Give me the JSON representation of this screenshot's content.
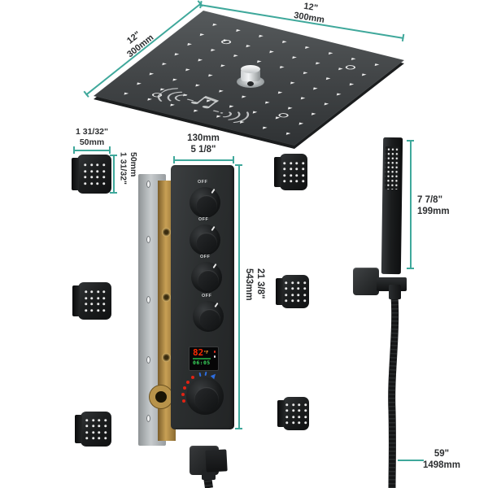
{
  "title": "Thermostatic shower system dimension diagram",
  "colors": {
    "dimension_line": "#3FA89B",
    "display_temp": "#FF2A00",
    "display_unit": "#FF9D2E",
    "display_time": "#3ADB5E",
    "hot_marker": "#E02314",
    "cold_marker": "#2E6EE0"
  },
  "shower_head": {
    "width_in": "12\"",
    "width_mm": "300mm",
    "depth_in": "12\"",
    "depth_mm": "300mm",
    "nozzle_rows": 8,
    "nozzle_cols": 8,
    "icons": [
      "speaker-waves-icon",
      "music-note-icon",
      "led-ring-lights"
    ]
  },
  "body_jets": {
    "count": 6,
    "width_in": "1 31/32\"",
    "width_mm": "50mm",
    "height_in": "1 31/32\"",
    "height_mm": "50mm"
  },
  "valve": {
    "width_mm": "130mm",
    "width_in": "5 1/8\"",
    "height_mm": "543mm",
    "height_in": "21 3/8\"",
    "knobs": [
      {
        "label": "OFF"
      },
      {
        "label": "OFF"
      },
      {
        "label": "OFF"
      },
      {
        "label": "OFF"
      }
    ],
    "display": {
      "temperature": "82",
      "unit": "°F",
      "time": "06:05"
    }
  },
  "hand_shower": {
    "height_in": "7 7/8\"",
    "height_mm": "199mm"
  },
  "hose": {
    "length_in": "59\"",
    "length_mm": "1498mm"
  }
}
